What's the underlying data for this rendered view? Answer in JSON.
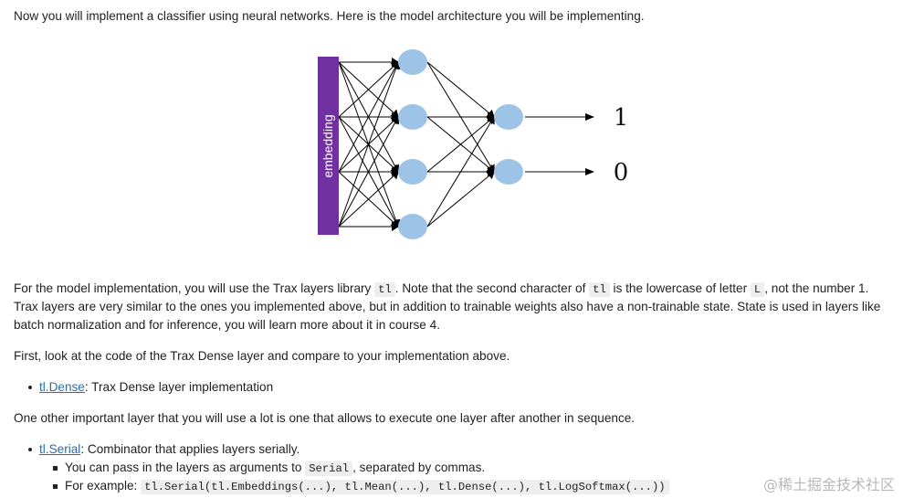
{
  "intro": "Now you will implement a classifier using neural networks. Here is the model architecture you will be implementing.",
  "diagram": {
    "embedding_label": "embedding",
    "input_points": 4,
    "hidden_nodes": 4,
    "output_nodes": 2,
    "output_labels": [
      "1",
      "0"
    ],
    "embedding_color": "#7030a0",
    "node_color": "#9dc3e6",
    "edge_color": "#000000"
  },
  "para1": {
    "a": "For the model implementation, you will use the Trax layers library ",
    "code1": "tl",
    "b": ". Note that the second character of ",
    "code2": "tl",
    "c": " is the lowercase of letter ",
    "code3": "L",
    "d": ", not the number 1.",
    "line2": "Trax layers are very similar to the ones you implemented above, but in addition to trainable weights also have a non-trainable state. State is used in layers like",
    "line3": "batch normalization and for inference, you will learn more about it in course 4."
  },
  "para2": "First, look at the code of the Trax Dense layer and compare to your implementation above.",
  "dense_item": {
    "link": "tl.Dense",
    "text": ": Trax Dense layer implementation"
  },
  "para3": "One other important layer that you will use a lot is one that allows to execute one layer after another in sequence.",
  "serial_item": {
    "link": "tl.Serial",
    "text": ": Combinator that applies layers serially.",
    "sub1": {
      "a": "You can pass in the layers as arguments to ",
      "code": "Serial",
      "b": ", separated by commas."
    },
    "sub2": {
      "a": "For example: ",
      "code": "tl.Serial(tl.Embeddings(...), tl.Mean(...), tl.Dense(...), tl.LogSoftmax(...))"
    }
  },
  "watermark": "@稀土掘金技术社区"
}
